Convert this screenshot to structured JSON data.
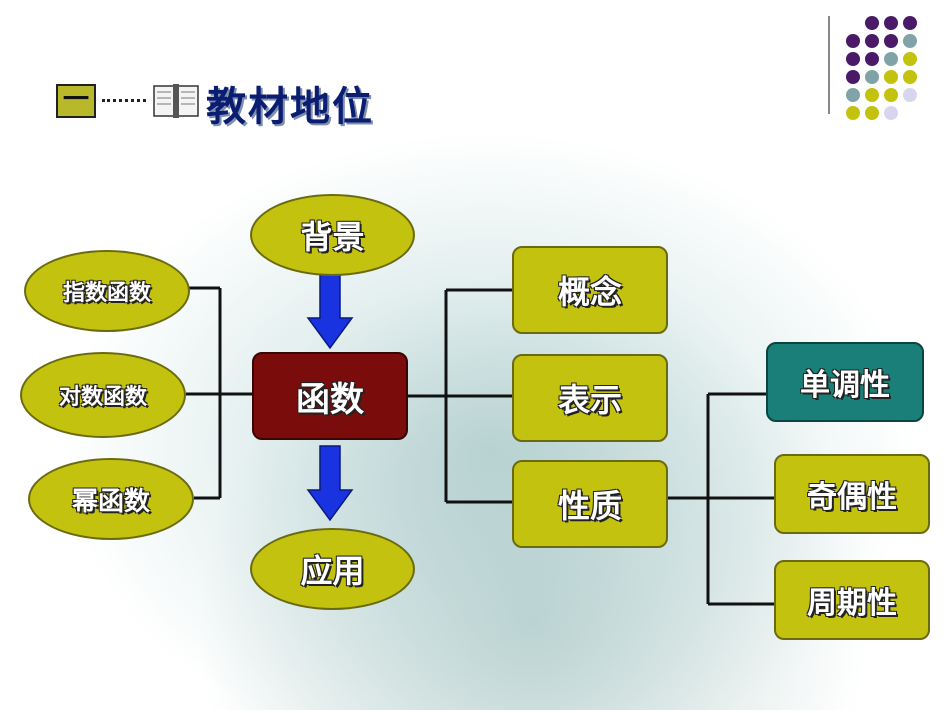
{
  "header": {
    "number": "一",
    "title": "教材地位"
  },
  "icons": {
    "book": "open-book-icon"
  },
  "colors": {
    "node_olive": "#c3c20f",
    "node_center": "#7a0c0c",
    "node_teal": "#1a7f78",
    "arrow_blue": "#1a33e0",
    "title_navy": "#0a1d70",
    "dot_purple": "#4a1a68",
    "dot_teal": "#7fa3a6",
    "dot_olive": "#c3c20f",
    "dot_lavender": "#d8d6ee"
  },
  "diagram": {
    "center": "函数",
    "top": "背景",
    "bottom": "应用",
    "left": [
      "指数函数",
      "对数函数",
      "幂函数"
    ],
    "right": [
      "概念",
      "表示",
      "性质"
    ],
    "far_right": [
      "单调性",
      "奇偶性",
      "周期性"
    ]
  }
}
